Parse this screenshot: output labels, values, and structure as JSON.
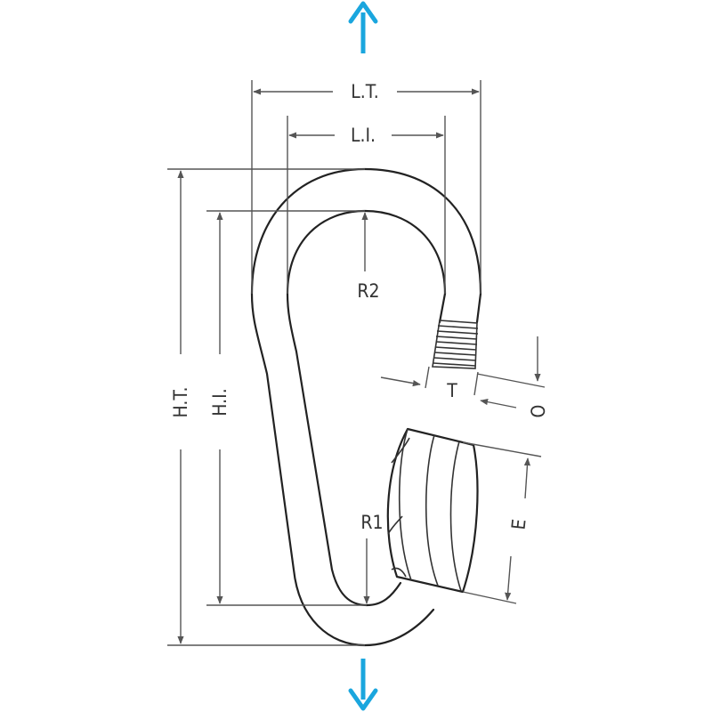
{
  "labels": {
    "total_length": "L.T.",
    "inner_length": "L.I.",
    "total_height": "H.T.",
    "inner_height": "H.I.",
    "radius_top": "R2",
    "radius_bottom": "R1",
    "thread": "T",
    "opening": "O",
    "nut_length": "E"
  },
  "icons": {
    "load_up": "arrow-up-icon",
    "load_down": "arrow-down-icon"
  },
  "colors": {
    "load_arrow": "#1aa6de",
    "outline": "#222222",
    "dimension": "#555555"
  }
}
